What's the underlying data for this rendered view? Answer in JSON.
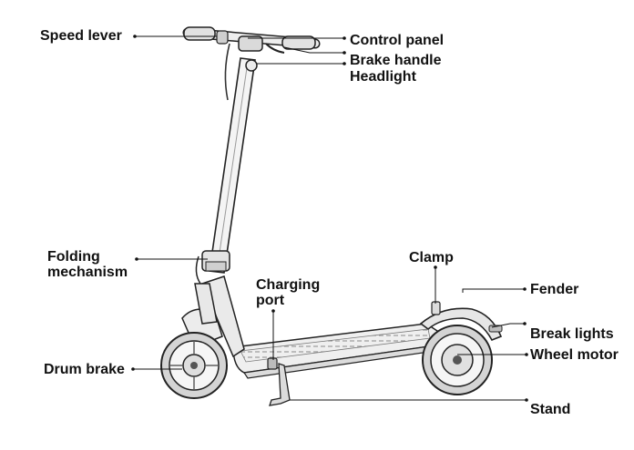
{
  "labels": {
    "speed_lever": "Speed lever",
    "control_panel": "Control panel",
    "brake_handle": "Brake handle",
    "headlight": "Headlight",
    "folding_line1": "Folding",
    "folding_line2": "mechanism",
    "clamp": "Clamp",
    "charging_line1": "Charging",
    "charging_line2": "port",
    "fender": "Fender",
    "break_lights": "Break lights",
    "wheel_motor": "Wheel motor",
    "drum_brake": "Drum brake",
    "stand": "Stand"
  },
  "colors": {
    "ink": "#111111",
    "body_fill": "#f1f1f1",
    "tire_fill": "#d6d6d6"
  }
}
